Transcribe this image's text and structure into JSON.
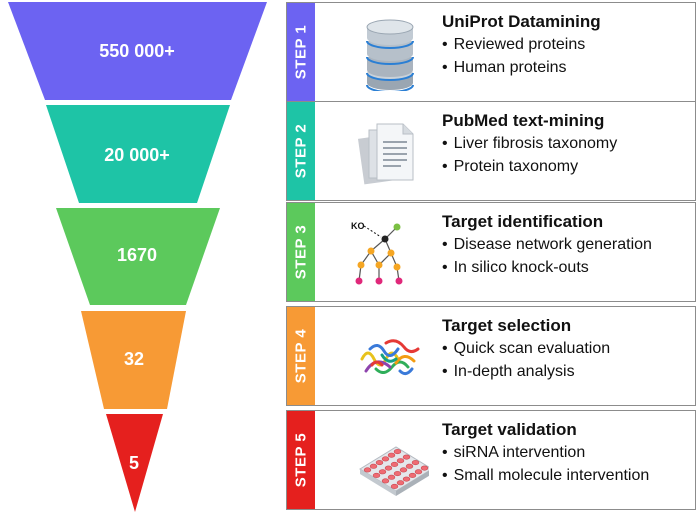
{
  "funnel": [
    {
      "value": "550 000+",
      "color": "#6c63f2"
    },
    {
      "value": "20 000+",
      "color": "#1ec4a6"
    },
    {
      "value": "1670",
      "color": "#5cc95c"
    },
    {
      "value": "32",
      "color": "#f79a35"
    },
    {
      "value": "5",
      "color": "#e5201e"
    }
  ],
  "steps": [
    {
      "label": "STEP 1",
      "color": "#6c63f2",
      "icon": "database-icon",
      "title": "UniProt Datamining",
      "bullets": [
        "Reviewed proteins",
        "Human proteins"
      ]
    },
    {
      "label": "STEP 2",
      "color": "#1ec4a6",
      "icon": "documents-icon",
      "title": "PubMed text-mining",
      "bullets": [
        "Liver fibrosis taxonomy",
        "Protein taxonomy"
      ]
    },
    {
      "label": "STEP 3",
      "color": "#5cc95c",
      "icon": "network-icon",
      "icon_label": "KO",
      "title": "Target identification",
      "bullets": [
        "Disease network generation",
        "In silico knock-outs"
      ]
    },
    {
      "label": "STEP 4",
      "color": "#f79a35",
      "icon": "protein-structure-icon",
      "title": "Target selection",
      "bullets": [
        "Quick scan evaluation",
        "In-depth analysis"
      ]
    },
    {
      "label": "STEP 5",
      "color": "#e5201e",
      "icon": "well-plate-icon",
      "title": "Target validation",
      "bullets": [
        "siRNA intervention",
        "Small molecule intervention"
      ]
    }
  ],
  "bullet_symbol": "•"
}
